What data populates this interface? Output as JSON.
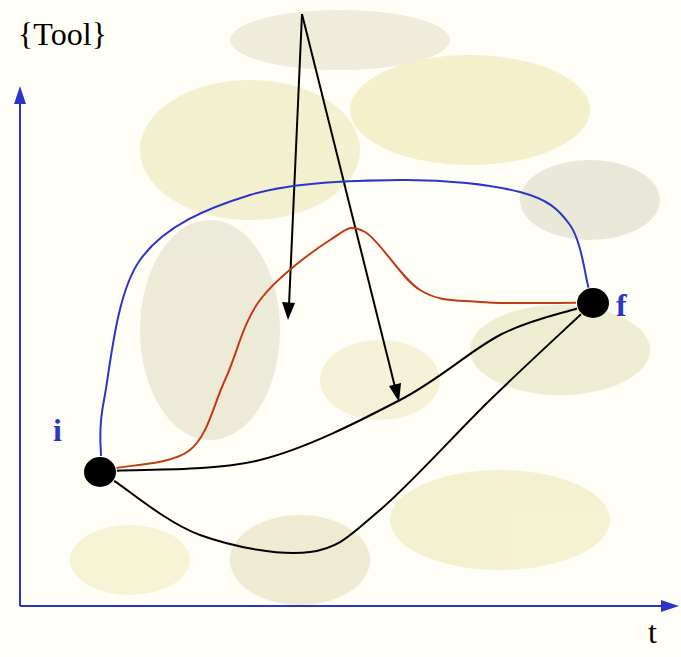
{
  "diagram": {
    "nodes": [
      {
        "text": [
          "i"
        ]
      },
      {
        "text": [
          "f"
        ]
      }
    ],
    "edges": [
      {
        "from": 0,
        "to": 1,
        "arrow": "none"
      },
      {
        "from": 0,
        "to": 1,
        "arrow": "none"
      },
      {
        "from": 0,
        "to": 1,
        "arrow": "none"
      },
      {
        "from": 0,
        "to": 1,
        "arrow": "none"
      }
    ],
    "labels": [
      "{Tool}",
      "t"
    ]
  }
}
